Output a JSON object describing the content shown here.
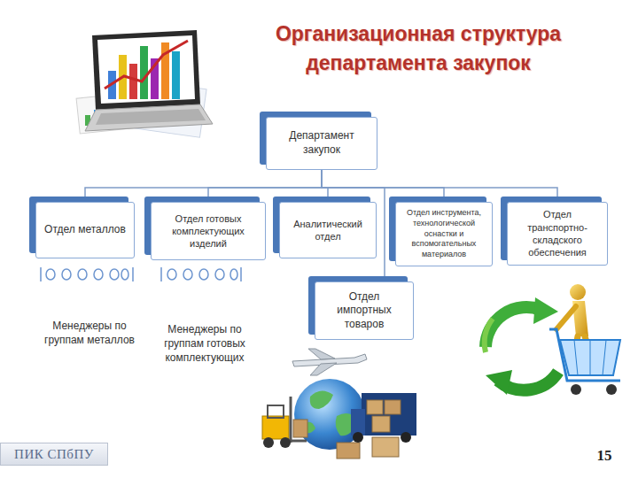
{
  "diagram": {
    "title": "Организационная структура департамента закупок",
    "nodes": [
      {
        "text": [
          "Департамент закупок"
        ]
      },
      {
        "text": [
          "Отдел металлов"
        ]
      },
      {
        "text": [
          "Отдел готовых комплектующих изделий"
        ]
      },
      {
        "text": [
          "Аналитический отдел"
        ]
      },
      {
        "text": [
          "Отдел инструмента, технологической оснастки и вспомогательных материалов"
        ]
      },
      {
        "text": [
          "Отдел транспортно-складского обеспечения"
        ]
      },
      {
        "text": [
          "Отдел импортных товаров"
        ]
      }
    ],
    "edges": [
      {
        "from": 0,
        "to": 1,
        "arrow": "none"
      },
      {
        "from": 0,
        "to": 2,
        "arrow": "none"
      },
      {
        "from": 0,
        "to": 3,
        "arrow": "none"
      },
      {
        "from": 0,
        "to": 4,
        "arrow": "none"
      },
      {
        "from": 0,
        "to": 5,
        "arrow": "none"
      },
      {
        "from": 0,
        "to": 6,
        "arrow": "none"
      }
    ],
    "labels": [
      "Менеджеры по группам металлов",
      "Менеджеры по группам готовых комплектующих",
      "ПИК СПбПУ",
      "15"
    ]
  }
}
